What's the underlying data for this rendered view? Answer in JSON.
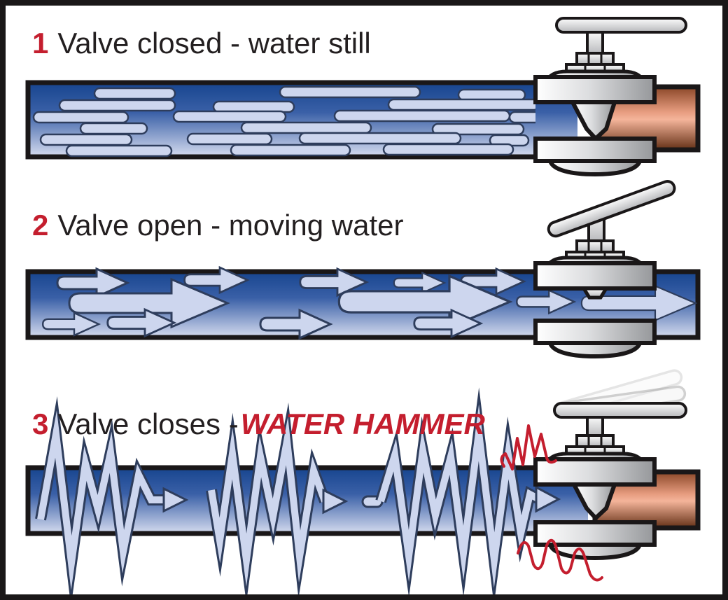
{
  "steps": [
    {
      "number": "1",
      "title": "Valve closed - water still"
    },
    {
      "number": "2",
      "title": "Valve open - moving water"
    },
    {
      "number": "3",
      "title": "Valve closes -",
      "emphasis": "WATER HAMMER"
    }
  ],
  "colors": {
    "step_number_red": "#c41e2e",
    "emphasis_red": "#c41e2e",
    "text": "#231f20",
    "outline": "#1a1718",
    "water_top": "#17458f",
    "water_bottom": "#d6dcef",
    "water_shape_fill": "#cdd6ee",
    "water_shape_outline": "#2e3d5c",
    "copper_light": "#f4b49a",
    "copper_dark": "#632f15",
    "metal_light": "#ffffff",
    "metal_dark": "#95979a",
    "vibration_red": "#c41e2e"
  },
  "graphics": {
    "panel1": "still-water-pipe with closed valve and copper pipe",
    "panel2": "flowing-water-pipe with open valve, arrows pointing right",
    "panel3": "shockwave-pipe with closing valve, zigzag pressure waves and red vibration marks"
  }
}
